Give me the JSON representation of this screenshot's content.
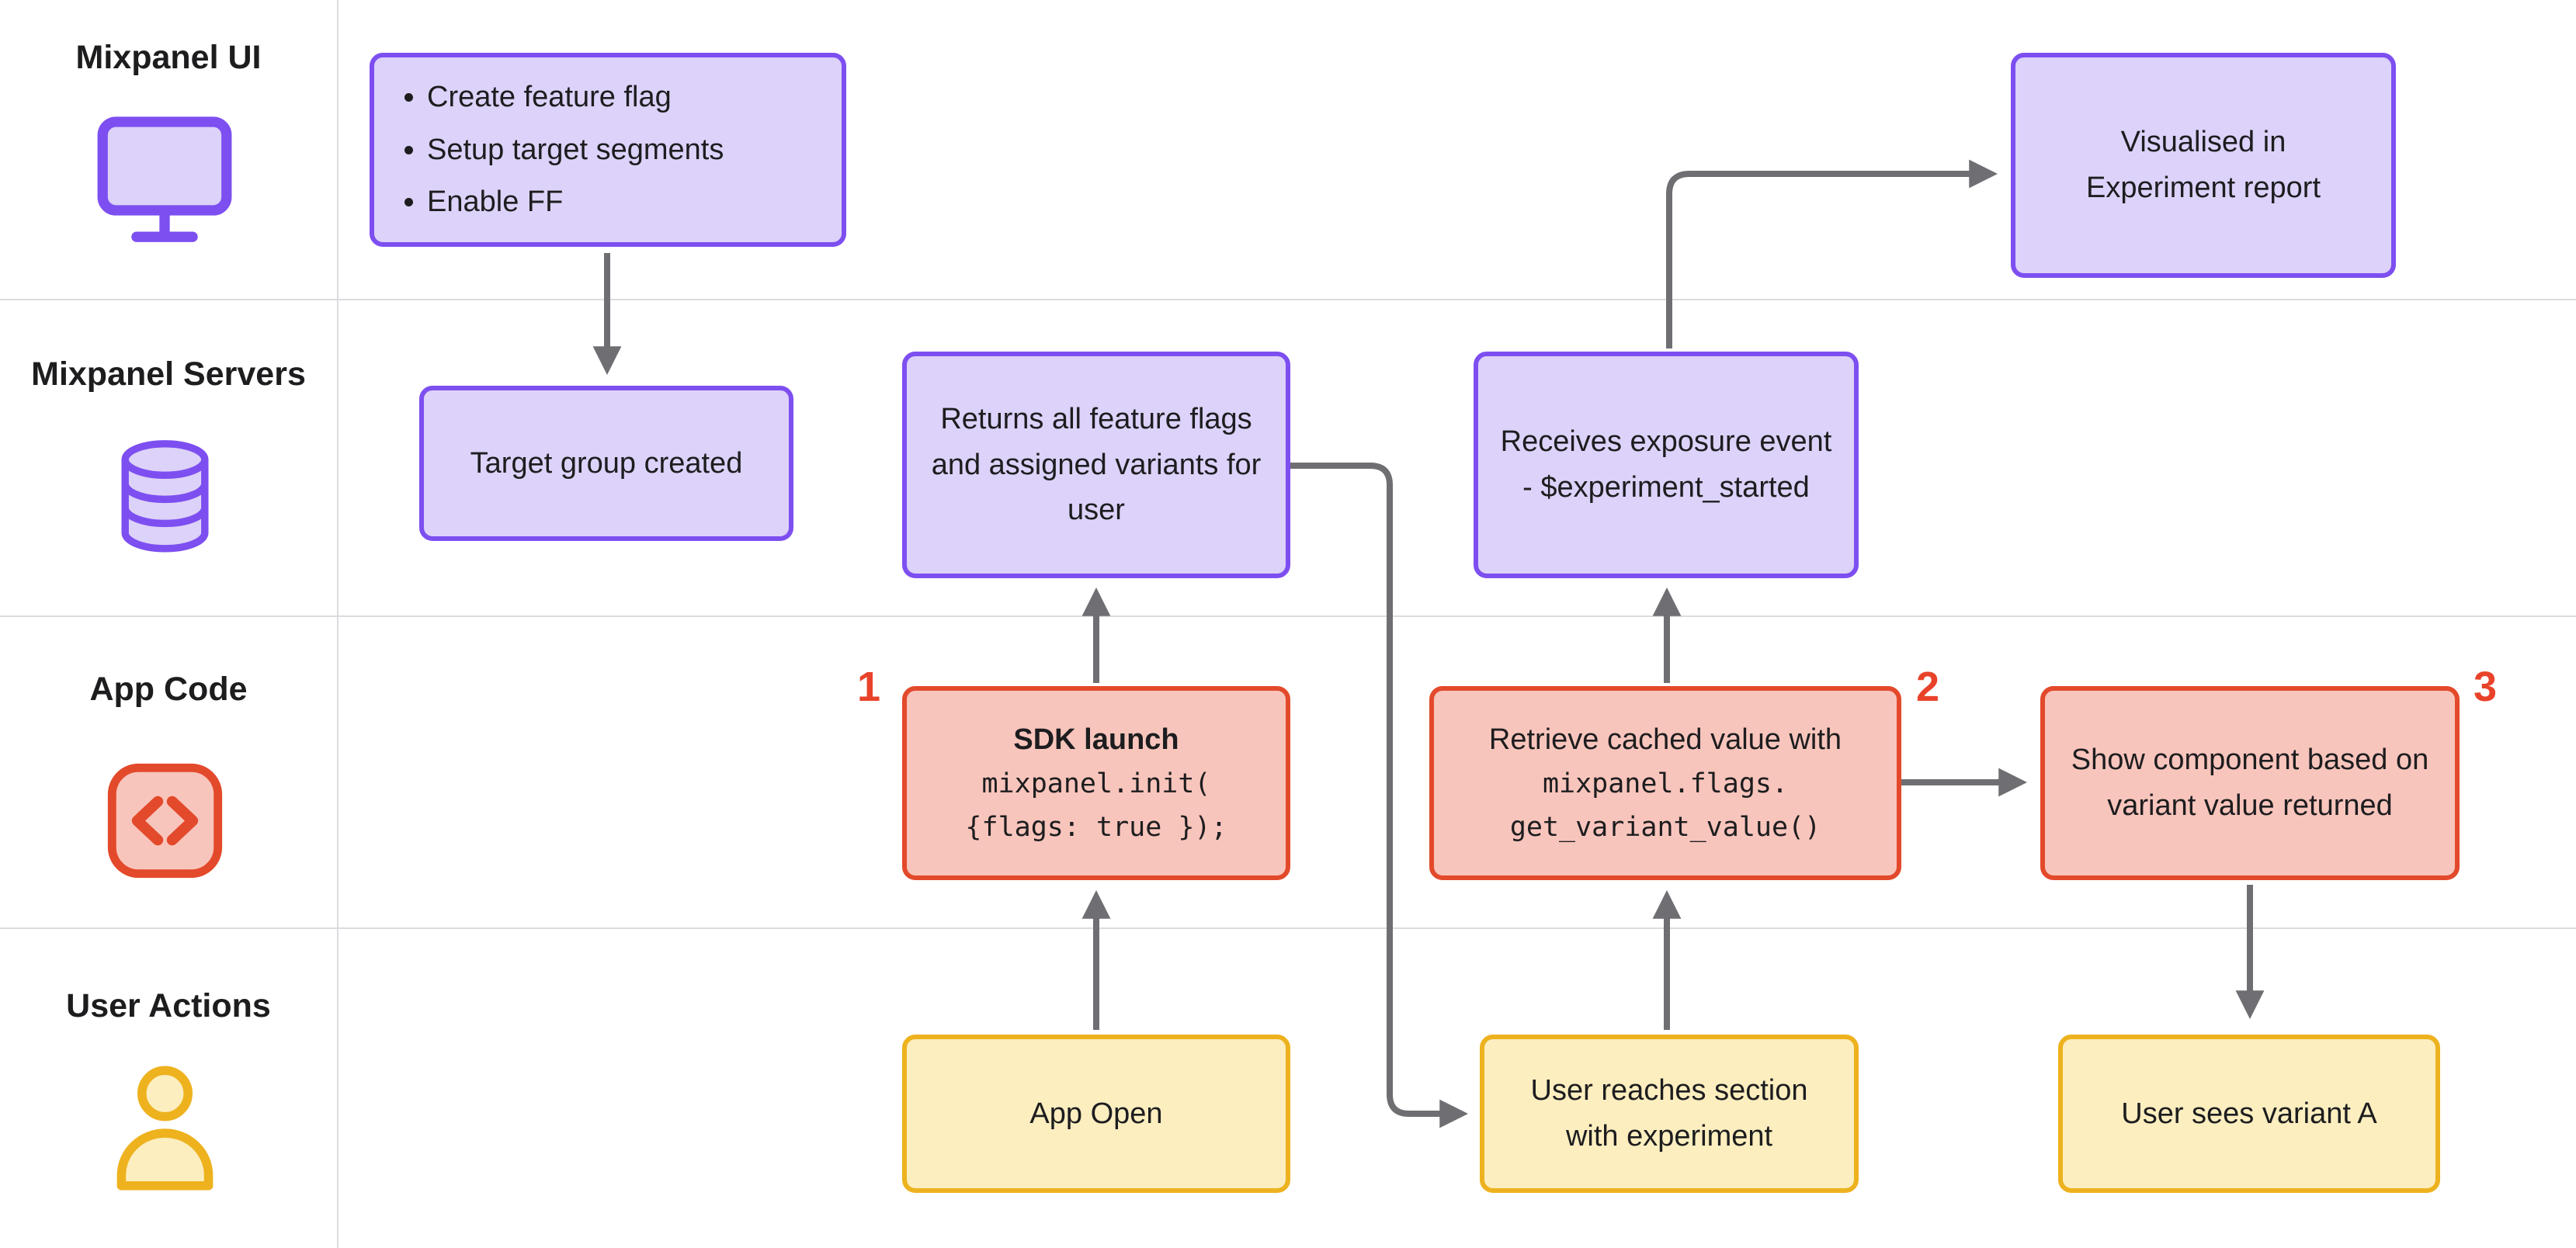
{
  "lanes": [
    {
      "label": "Mixpanel UI",
      "icon": "monitor-icon"
    },
    {
      "label": "Mixpanel Servers",
      "icon": "database-icon"
    },
    {
      "label": "App Code",
      "icon": "code-icon"
    },
    {
      "label": "User Actions",
      "icon": "user-icon"
    }
  ],
  "boxes": {
    "feature_flag_steps": [
      "Create feature flag",
      "Setup target segments",
      "Enable FF"
    ],
    "visualised": "Visualised in Experiment report",
    "target_group": "Target group created",
    "returns_flags": "Returns all feature flags and assigned variants for user",
    "receives_exposure": "Receives exposure event - $experiment_started",
    "sdk_launch": {
      "title": "SDK launch",
      "code1": "mixpanel.init(",
      "code2": "{flags: true });"
    },
    "retrieve_cached": {
      "text": "Retrieve cached value with",
      "code1": "mixpanel.flags.",
      "code2": "get_variant_value()"
    },
    "show_component": "Show component based on variant value returned",
    "app_open": "App Open",
    "user_reaches": "User reaches section with experiment",
    "user_sees": "User sees variant A"
  },
  "step_labels": [
    "1",
    "2",
    "3"
  ],
  "colors": {
    "purple_border": "#7d4ff0",
    "purple_fill": "#ddd2f9",
    "red_border": "#e3492b",
    "red_fill": "#f8c5bc",
    "yellow_border": "#edb21e",
    "yellow_fill": "#fceebf",
    "arrow": "#6e6e73",
    "step_number": "#e8432a",
    "text": "#1d1d1f"
  }
}
